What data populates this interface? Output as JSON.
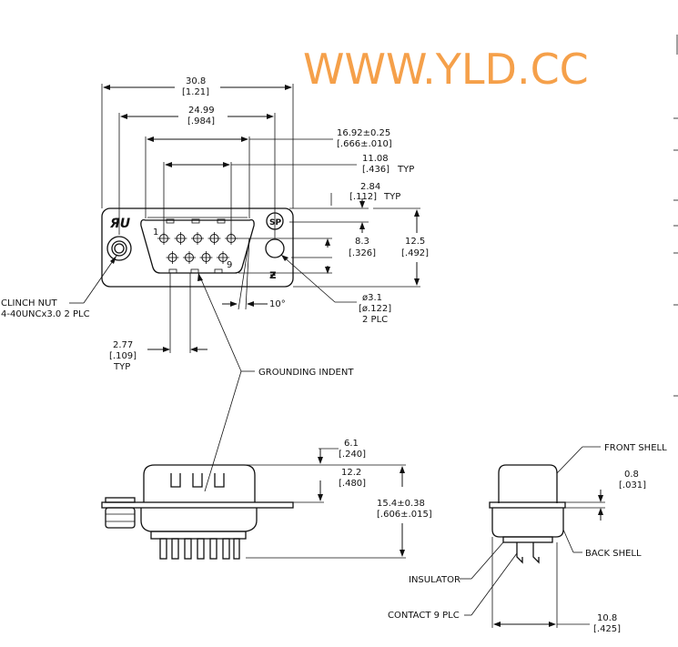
{
  "watermark": "WWW.YLD.CC",
  "front_view": {
    "dim_overall": {
      "mm": "30.8",
      "inch": "[1.21]"
    },
    "dim_mount": {
      "mm": "24.99",
      "inch": "[.984]"
    },
    "dim_shell": {
      "mm": "16.92±0.25",
      "inch": "[.666±.010]"
    },
    "dim_pin_row": {
      "mm": "11.08",
      "inch": "[.436]",
      "suffix": "TYP"
    },
    "dim_pitch_v": {
      "mm": "2.84",
      "inch": "[.112]",
      "suffix": "TYP"
    },
    "dim_height_inner": {
      "mm": "8.3",
      "inch": "[.326]"
    },
    "dim_height_flange": {
      "mm": "12.5",
      "inch": "[.492]"
    },
    "dim_hole": {
      "mm": "ø3.1",
      "inch": "[ø.122]",
      "qty": "2 PLC"
    },
    "dim_pitch_h": {
      "mm": "2.77",
      "inch": "[.109]",
      "suffix": "TYP"
    },
    "angle": "10°",
    "pin1_label": "1",
    "pin9_label": "9",
    "clinch_nut": {
      "line1": "CLINCH NUT",
      "line2": "4-40UNCx3.0 2 PLC"
    },
    "grounding": "GROUNDING INDENT"
  },
  "side_view": {
    "dim_top": {
      "mm": "6.1",
      "inch": "[.240]"
    },
    "dim_mid": {
      "mm": "12.2",
      "inch": "[.480]"
    },
    "dim_total": {
      "mm": "15.4±0.38",
      "inch": "[.606±.015]"
    }
  },
  "end_view": {
    "front_shell": "FRONT SHELL",
    "dim_thick": {
      "mm": "0.8",
      "inch": "[.031]"
    },
    "back_shell": "BACK SHELL",
    "insulator": "INSULATOR",
    "contact": "CONTACT 9 PLC",
    "dim_width": {
      "mm": "10.8",
      "inch": "[.425]"
    }
  }
}
